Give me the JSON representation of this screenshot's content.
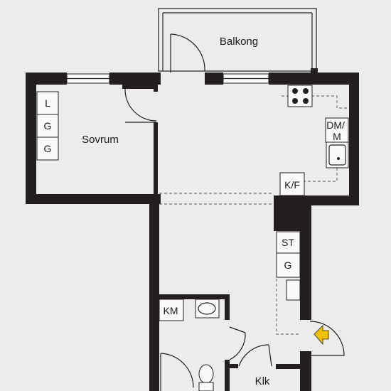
{
  "rooms": {
    "balcony": "Balkong",
    "bedroom": "Sovrum",
    "kitchen_appliances": "DM/\nM",
    "fridge_freezer": "K/F",
    "bathroom_washer": "KM",
    "closet": "Klk"
  },
  "storage_labels": {
    "bedroom": [
      "L",
      "G",
      "G"
    ],
    "hall": [
      "ST",
      "G"
    ]
  },
  "colors": {
    "wall": "#231f20",
    "background": "#ececea",
    "entrance_arrow": "#f2c200"
  },
  "icons": {
    "entrance": "entrance-arrow-icon",
    "stove": "stove-icon",
    "sink": "kitchen-sink-icon",
    "washbasin": "washbasin-icon",
    "toilet": "toilet-icon"
  }
}
